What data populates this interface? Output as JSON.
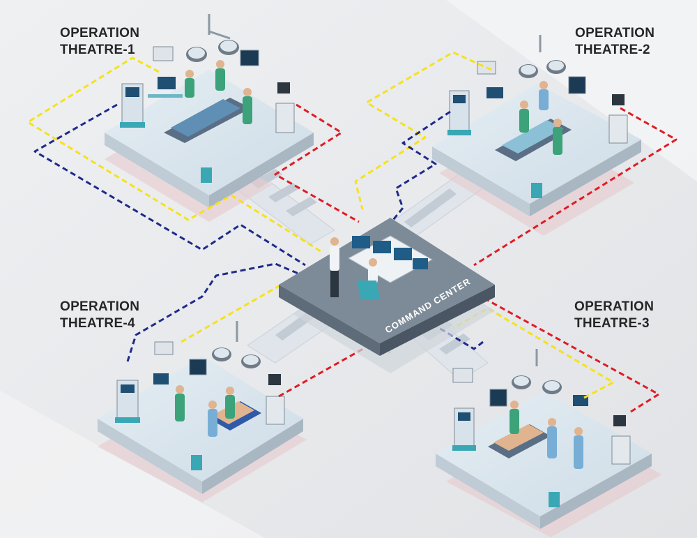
{
  "theatres": [
    {
      "id": "ot1",
      "line1": "OPERATION",
      "line2": "THEATRE-1"
    },
    {
      "id": "ot2",
      "line1": "OPERATION",
      "line2": "THEATRE-2"
    },
    {
      "id": "ot3",
      "line1": "OPERATION",
      "line2": "THEATRE-3"
    },
    {
      "id": "ot4",
      "line1": "OPERATION",
      "line2": "THEATRE-4"
    }
  ],
  "command_center": {
    "label": "COMMAND CENTER"
  },
  "connection_colors": {
    "yellow": "#f5e21c",
    "blue": "#1f2a8a",
    "red": "#e01b24"
  },
  "icons": [
    "operating-lamp-icon",
    "monitor-icon",
    "surgeon-icon",
    "nurse-icon",
    "patient-bed-icon",
    "workstation-icon",
    "anesthesia-machine-icon",
    "bin-icon"
  ]
}
